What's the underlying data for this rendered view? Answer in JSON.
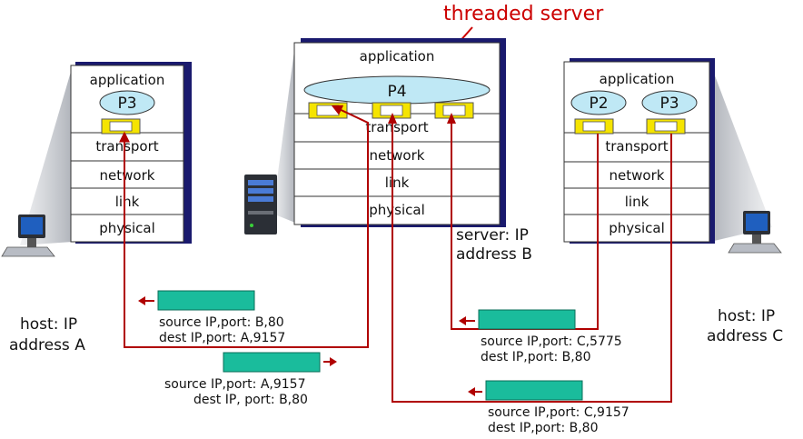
{
  "title": "threaded server",
  "layers": {
    "application": "application",
    "transport": "transport",
    "network": "network",
    "link": "link",
    "physical": "physical"
  },
  "processes": {
    "host_a": "P3",
    "server": "P4",
    "host_c_left": "P2",
    "host_c_right": "P3"
  },
  "labels": {
    "server_line1": "server: IP",
    "server_line2": "address B",
    "host_a_line1": "host: IP",
    "host_a_line2": "address A",
    "host_c_line1": "host: IP",
    "host_c_line2": "address C"
  },
  "segments": {
    "seg1_src": "source IP,port: B,80",
    "seg1_dst": "dest IP,port: A,9157",
    "seg2_src": "source IP,port: A,9157",
    "seg2_dst": "dest IP, port: B,80",
    "seg3_src": "source IP,port: C,5775",
    "seg3_dst": "dest IP,port: B,80",
    "seg4_src": "source IP,port: C,9157",
    "seg4_dst": "dest IP,port: B,80"
  },
  "colors": {
    "accent_red": "#cc0000",
    "segment_green": "#1abc9c",
    "ellipse_fill": "#bfe8f5",
    "socket_yellow": "#f5e400",
    "stack_shadow": "#1a1a6e"
  }
}
